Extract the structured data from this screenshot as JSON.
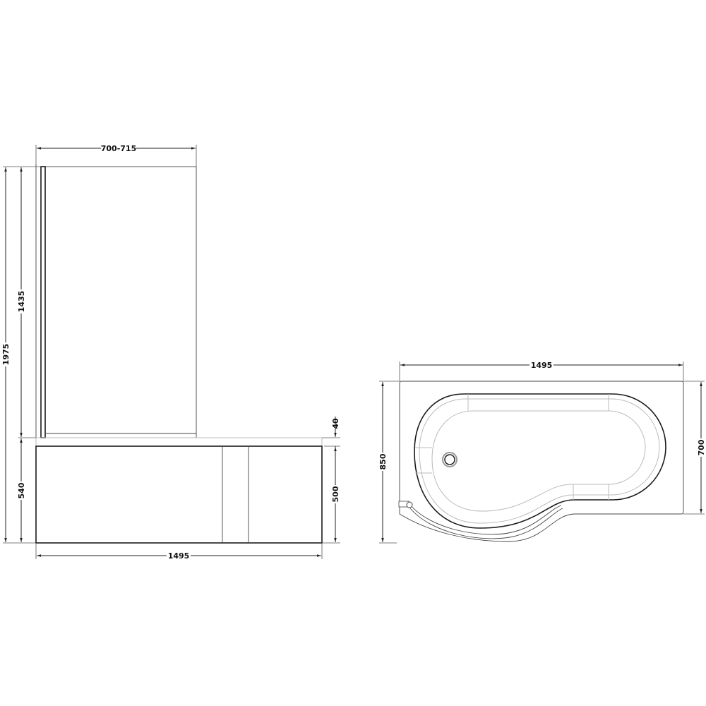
{
  "elevation": {
    "screen_width": "700-715",
    "total_height": "1975",
    "screen_height": "1435",
    "bath_height": "540",
    "rim_thickness": "40",
    "panel_height": "500",
    "bath_length": "1495"
  },
  "plan": {
    "length": "1495",
    "max_width": "850",
    "narrow_width": "700"
  }
}
